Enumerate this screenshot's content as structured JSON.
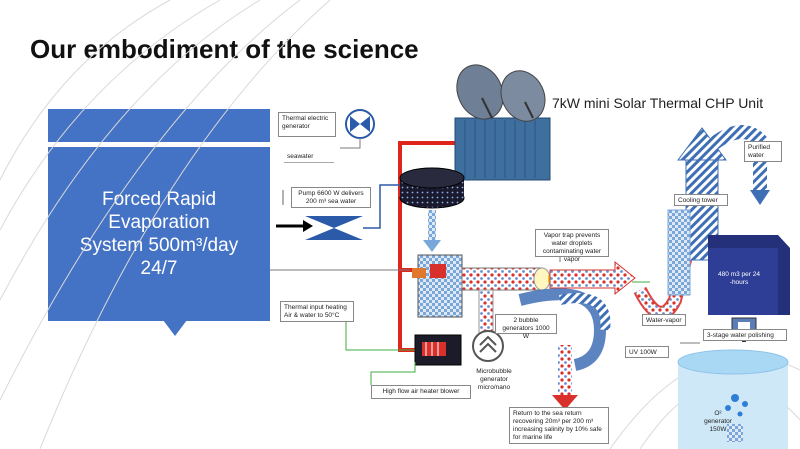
{
  "slide": {
    "title": "Our embodiment of the science"
  },
  "callout": {
    "lines": [
      "Forced Rapid",
      "Evaporation",
      "System 500m³/day",
      "24/7"
    ]
  },
  "diagram": {
    "unit_title": "7kW mini Solar Thermal CHP Unit",
    "labels": {
      "thermal_electric_generator": "Thermal electric generator",
      "seawater": "seawater",
      "pump": "Pump 6600 W delivers 200 m³ sea water",
      "thermal_input": "Thermal input heating Air & water to 50°C",
      "air_heater": "High flow air heater blower",
      "vapor_trap": "Vapor trap prevents water droplets contaminating water vapor",
      "bubble_generators": "2 bubble generators 1000 W",
      "microbubble": "Microbubble generator micro/nano",
      "return_sea": "Return to the sea return recovering 20m³ per 200 m³ increasing salinity by 10% safe for marine life",
      "purified_water": "Purified water",
      "cooling_tower": "Cooling tower",
      "tank_capacity": "480 m3 per 24 -hours",
      "water_vapor": "Water-vapor",
      "polishing": "3-stage water polishing",
      "uv": "UV 100W",
      "o2_generator": "O² generator 150W"
    },
    "colors": {
      "accent_blue": "#4472c4",
      "hot_red": "#e0261c",
      "container_blue": "#3f6f9e",
      "tank_navy": "#25307a"
    }
  }
}
